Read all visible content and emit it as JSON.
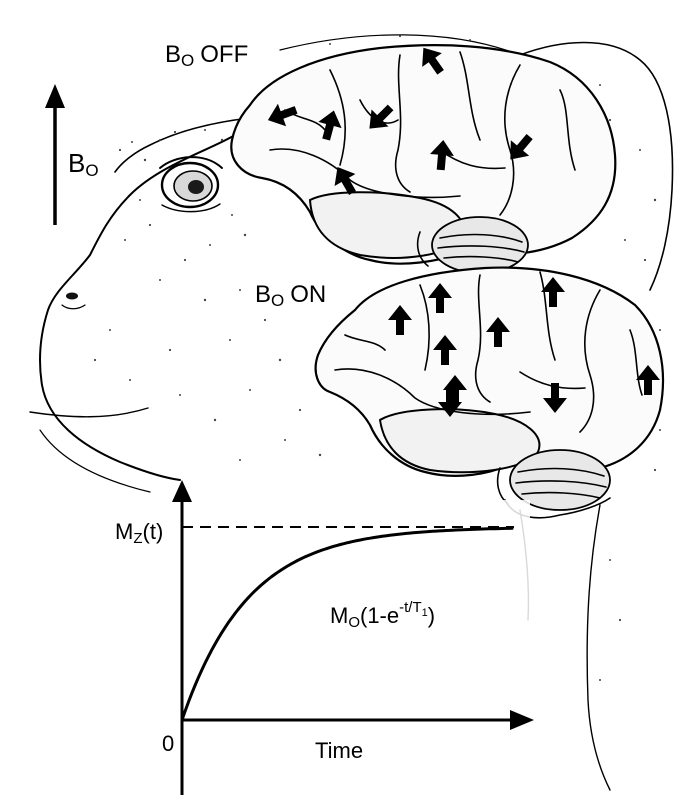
{
  "field_label": {
    "main": "Bo",
    "base": "B",
    "sub": "O"
  },
  "brain_off_label": {
    "base": "B",
    "sub": "O",
    "state": "OFF"
  },
  "brain_on_label": {
    "base": "B",
    "sub": "O",
    "state": "ON"
  },
  "graph": {
    "y_label": {
      "base": "M",
      "sub": "Z",
      "arg": "(t)"
    },
    "x_label": "Time",
    "origin_label": "0",
    "curve_label": {
      "m": "M",
      "m_sub": "O",
      "open": "(1-e",
      "exponent": "-t/T",
      "exp_sub": "1",
      "close": ")"
    }
  },
  "chart_data": {
    "type": "line",
    "title": "",
    "xlabel": "Time",
    "ylabel": "Mz(t)",
    "series": [
      {
        "name": "Mo(1-e-t/T1)",
        "function": "Mo(1-e^(-t/T1))",
        "x": [
          0,
          0.5,
          1,
          1.5,
          2,
          3,
          4,
          5
        ],
        "y": [
          0,
          0.39,
          0.63,
          0.78,
          0.86,
          0.95,
          0.98,
          0.99
        ]
      }
    ],
    "asymptote": {
      "label": "Mz(t)",
      "value": 1,
      "style": "dashed"
    },
    "grid": false,
    "legend": "none"
  }
}
